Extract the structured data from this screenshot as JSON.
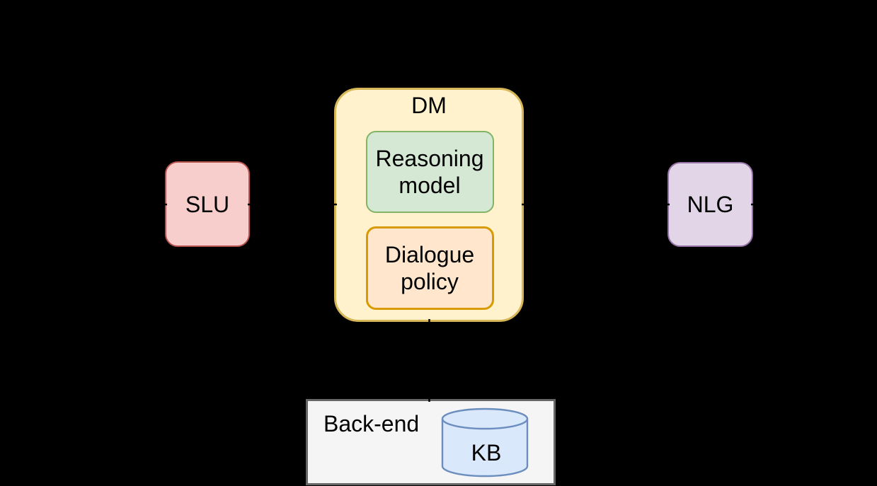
{
  "diagram": {
    "background_color": "#000000",
    "nodes": {
      "slu": {
        "label": "SLU",
        "fill": "#f8cecc",
        "stroke": "#b85450"
      },
      "dm": {
        "label": "DM",
        "fill": "#fff2cc",
        "stroke": "#d6b656"
      },
      "reasoning_model": {
        "label": "Reasoning model",
        "fill": "#d5e8d4",
        "stroke": "#82b366"
      },
      "dialogue_policy": {
        "label": "Dialogue policy",
        "fill": "#ffe6cc",
        "stroke": "#d79b00"
      },
      "nlg": {
        "label": "NLG",
        "fill": "#e1d5e7",
        "stroke": "#9673a6"
      },
      "backend": {
        "label": "Back-end",
        "fill": "#f5f5f5",
        "stroke": "#666666"
      },
      "kb": {
        "label": "KB",
        "fill": "#dae8fc",
        "stroke": "#6c8ebf"
      }
    },
    "connector_color": "#000000"
  }
}
